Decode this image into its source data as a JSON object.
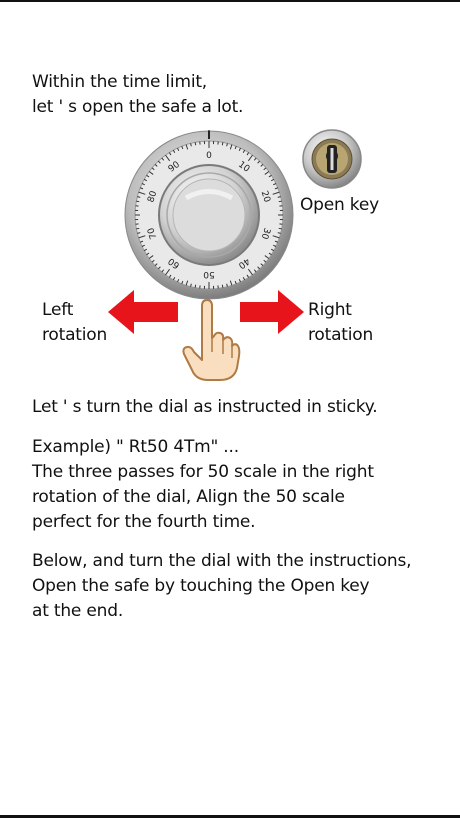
{
  "intro": {
    "line1": "Within the time limit,",
    "line2": "let ' s open the safe a lot."
  },
  "open_key": {
    "label": "Open key",
    "icon": "key-icon"
  },
  "dial": {
    "scale_labels": [
      "0",
      "10",
      "20",
      "30",
      "40",
      "50",
      "60",
      "70",
      "80",
      "90"
    ],
    "icon": "combination-dial-icon"
  },
  "rotation": {
    "left_line1": "Left",
    "left_line2": "rotation",
    "right_line1": "Right",
    "right_line2": "rotation",
    "left_arrow_icon": "arrow-left-icon",
    "right_arrow_icon": "arrow-right-icon",
    "hand_icon": "pointing-hand-icon",
    "arrow_color": "#e8141b"
  },
  "instructions": {
    "turn": "Let ' s turn the dial as instructed in sticky.",
    "example_line1": "Example) \" Rt50 4Tm\" ...",
    "example_line2": "The three passes for 50 scale in the right",
    "example_line3": "rotation of the dial, Align the 50 scale",
    "example_line4": "perfect for the fourth time.",
    "below_line1": "Below, and turn the dial with the instructions,",
    "below_line2": "Open the safe by touching the Open key",
    "below_line3": "at the end."
  }
}
